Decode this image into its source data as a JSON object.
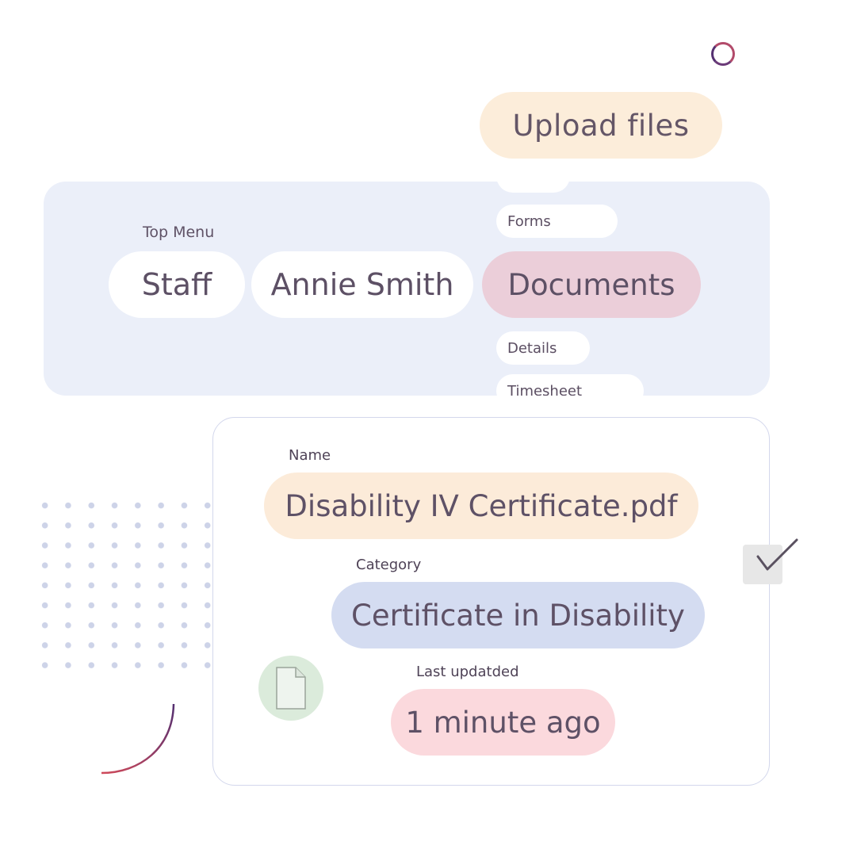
{
  "upload": {
    "label": "Upload files"
  },
  "top_menu": {
    "title": "Top Menu",
    "breadcrumb": [
      {
        "label": "Staff"
      },
      {
        "label": "Annie Smith"
      },
      {
        "label": "Documents"
      }
    ],
    "submenu": {
      "forms": "Forms",
      "details": "Details",
      "timesheet": "Timesheet"
    }
  },
  "document": {
    "name_label": "Name",
    "name_value": "Disability IV Certificate.pdf",
    "category_label": "Category",
    "category_value": "Certificate in Disability",
    "updated_label": "Last updatded",
    "updated_value": "1 minute ago"
  },
  "icons": {
    "file": "file-icon",
    "check": "checkmark-icon",
    "ring": "ring-decoration",
    "plus": "plus-decoration",
    "arc": "arc-decoration"
  },
  "colors": {
    "upload_bg": "#fcedda",
    "panel_bg": "#ebeff9",
    "active_crumb_bg": "#ebced9",
    "name_bg": "#fcebd9",
    "category_bg": "#d4dcf1",
    "updated_bg": "#fbd9dd",
    "file_circle_bg": "#dbebdb",
    "accent_red": "#d04a5a",
    "accent_purple": "#553071"
  }
}
